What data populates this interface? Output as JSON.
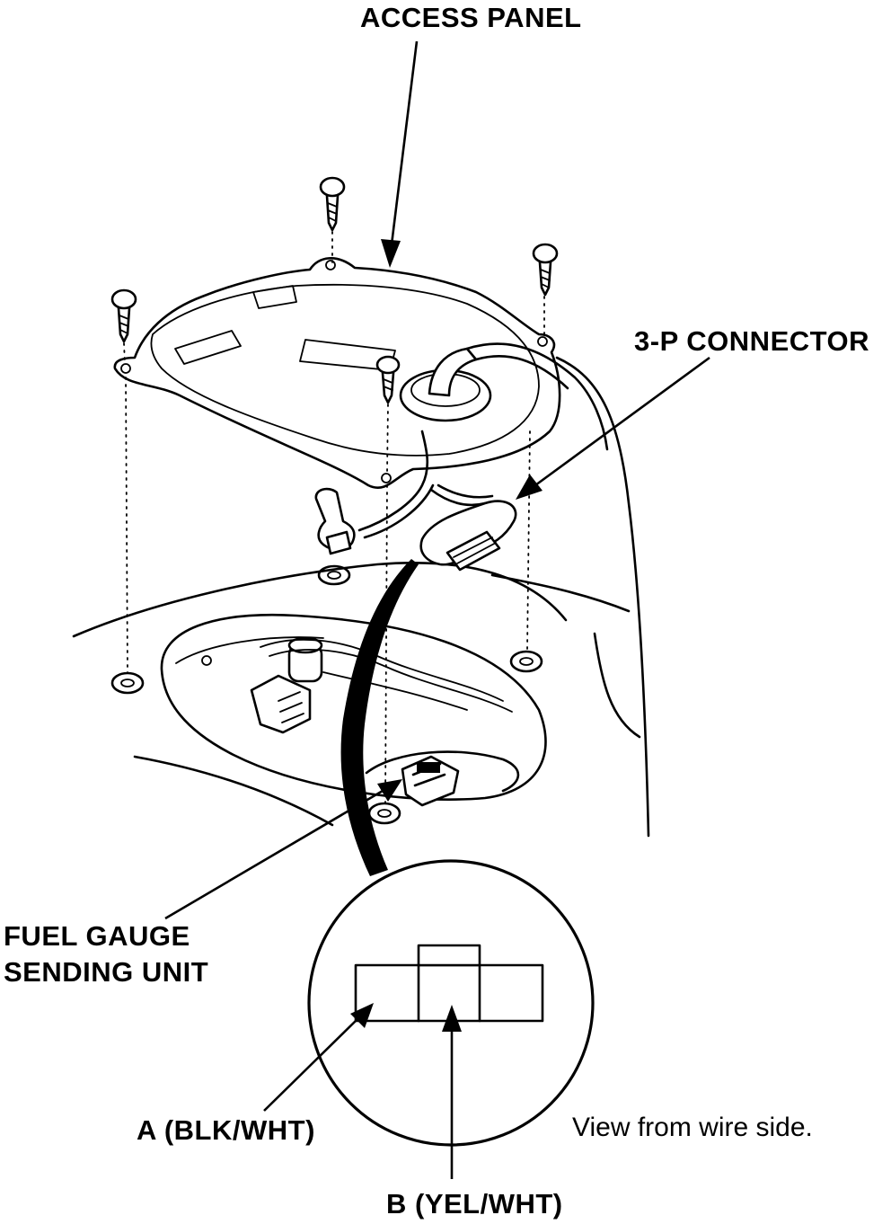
{
  "labels": {
    "access_panel": "ACCESS PANEL",
    "three_p_connector": "3-P CONNECTOR",
    "fuel_gauge_line1": "FUEL GAUGE",
    "fuel_gauge_line2": "SENDING UNIT",
    "terminal_a": "A (BLK/WHT)",
    "terminal_b": "B (YEL/WHT)",
    "view_note": "View from wire side."
  }
}
